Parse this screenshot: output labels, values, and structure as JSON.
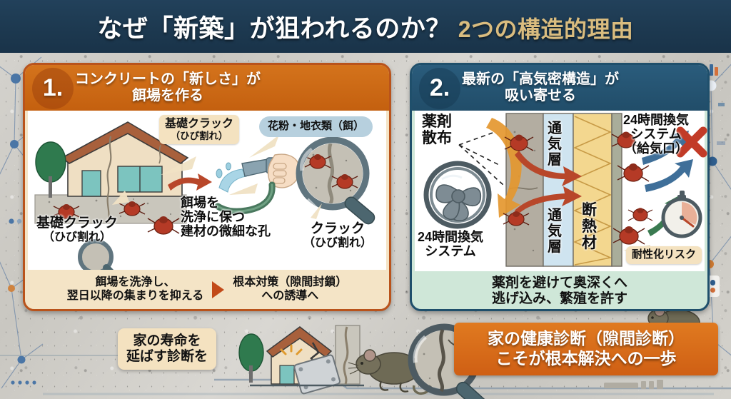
{
  "header": {
    "title_white": "なぜ「新築」が狙われるのか？",
    "title_gold": "2つの構造的理由",
    "bg_color": "#1d3950",
    "gold_color": "#d9bc7f"
  },
  "panel1": {
    "number": "1.",
    "title_line1": "コンクリートの「新しさ」が",
    "title_line2": "餌場を作る",
    "accent_color": "#c4600f",
    "labels": {
      "crack_callout_l1": "基礎クラック",
      "crack_callout_l2": "（ひび割れ）",
      "cloud_l1": "花粉・地衣類（餌）",
      "foundation_l1": "基礎クラック",
      "foundation_l2": "（ひび割れ）",
      "wash_l1": "餌場を",
      "wash_l2": "洗浄に保つ",
      "wash_l3": "建材の微細な孔",
      "magnify_l1": "クラック",
      "magnify_l2": "（ひび割れ）"
    },
    "footer": {
      "left_l1": "餌場を洗浄し、",
      "left_l2": "翌日以降の集まりを抑える",
      "right_l1": "根本対策（隙間封鎖）",
      "right_l2": "への誘導へ",
      "arrow": "triangle-right-icon"
    }
  },
  "panel2": {
    "number": "2.",
    "title_line1": "最新の「高気密構造」が",
    "title_line2": "吸い寄せる",
    "accent_color": "#214d69",
    "labels": {
      "spray_l1": "薬剤",
      "spray_l2": "散布",
      "fan_l1": "24時間換気",
      "fan_l2": "システム",
      "air_layer_top": "通気層",
      "air_layer_bottom": "通気層",
      "insulation": "断熱材",
      "vent_l1": "24時間換気",
      "vent_l2": "システム",
      "vent_l3": "（給気口）",
      "resistance_risk": "耐性化リスク"
    },
    "footer": {
      "l1": "薬剤を避けて奥深くへ",
      "l2": "逃げ込み、繁殖を許す",
      "bg_color": "#cfe7d8"
    }
  },
  "bottom": {
    "left_l1": "家の寿命を",
    "left_l2": "延ばす診断を",
    "right_l1": "家の健康診断（隙間診断）",
    "right_l2": "こそが根本解決への一歩",
    "right_bg_color": "#d86c18"
  },
  "icons": {
    "bar_chart": "bar-chart-icon",
    "dot_grid": "dot-grid-icon",
    "mouse": "mouse-icon",
    "magnifier": "magnifier-icon",
    "mite": "mite-icon",
    "fan": "fan-icon",
    "stopwatch": "stopwatch-icon",
    "cross": "red-cross-icon",
    "house": "house-icon",
    "tree": "tree-icon",
    "hose": "spray-hose-icon"
  }
}
